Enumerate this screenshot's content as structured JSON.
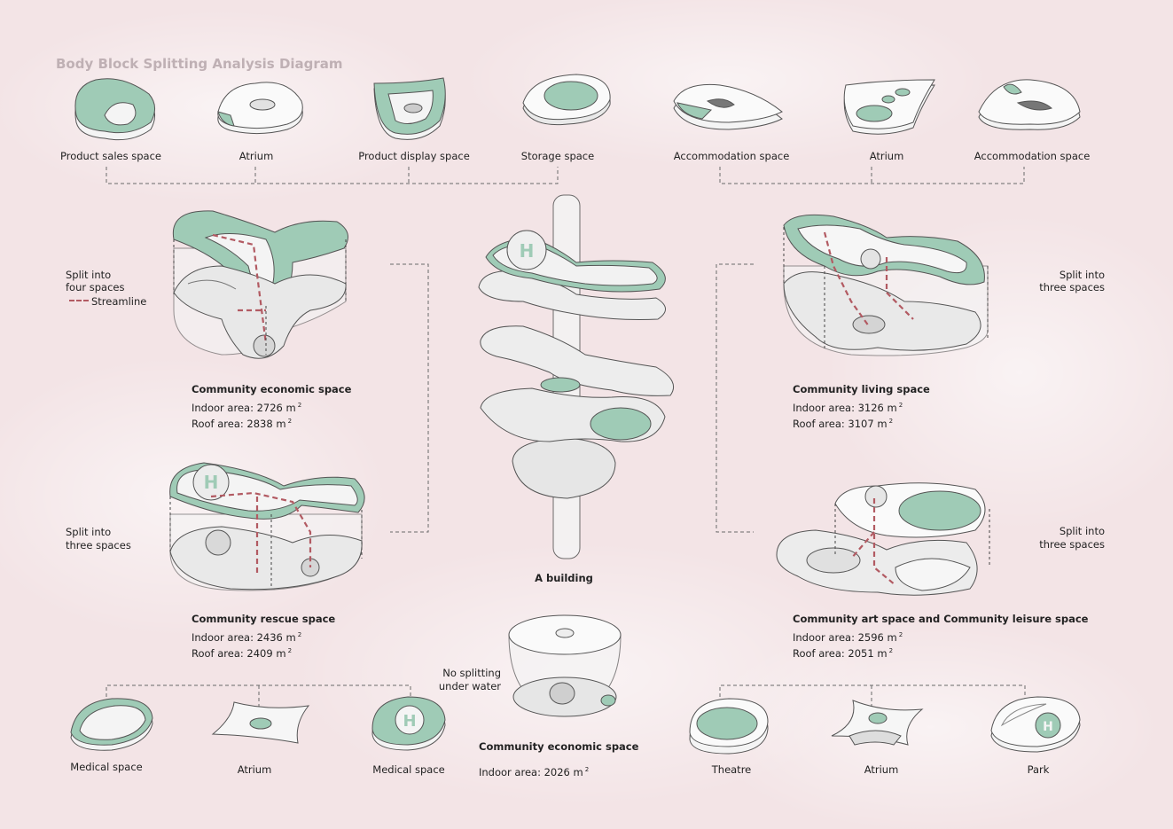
{
  "title": "Body Block Splitting Analysis Diagram",
  "colors": {
    "background": "#f3e4e6",
    "roof_green": "#9fcbb6",
    "streamline": "#b25a62",
    "connector": "#6a6a6a",
    "volume_fill": "#f4f4f4"
  },
  "top_row": {
    "labels": [
      "Product sales space",
      "Atrium",
      "Product display space",
      "Storage space",
      "Accommodation space",
      "Atrium",
      "Accommodation space"
    ]
  },
  "bottom_left": {
    "labels": [
      "Medical space",
      "Atrium",
      "Medical space"
    ]
  },
  "bottom_right": {
    "labels": [
      "Theatre",
      "Atrium",
      "Park"
    ]
  },
  "legend": {
    "split_left_top": "Split into",
    "split_left_bottom": "four spaces",
    "streamline": "Streamline"
  },
  "notes": {
    "rescue_split_1": "Split into",
    "rescue_split_2": "three spaces",
    "living_split_1": "Split into",
    "living_split_2": "three spaces",
    "art_split_1": "Split into",
    "art_split_2": "three spaces",
    "underwater_1": "No splitting",
    "underwater_2": "under water"
  },
  "center": {
    "label": "A building"
  },
  "spaces": {
    "economic": {
      "name": "Community economic space",
      "indoor": "Indoor area: 2726 m",
      "roof": "Roof area: 2838 m"
    },
    "rescue": {
      "name": "Community rescue space",
      "indoor": "Indoor area: 2436  m",
      "roof": "Roof area: 2409 m"
    },
    "living": {
      "name": "Community living space",
      "indoor": "Indoor area: 3126  m",
      "roof": "Roof area: 3107  m"
    },
    "art": {
      "name": "Community art space and Community leisure space",
      "indoor": "Indoor area: 2596  m",
      "roof": "Roof area: 2051  m"
    },
    "underwater": {
      "name": "Community economic space",
      "indoor": "Indoor area: 2026  m"
    }
  },
  "unit_sup": "2"
}
